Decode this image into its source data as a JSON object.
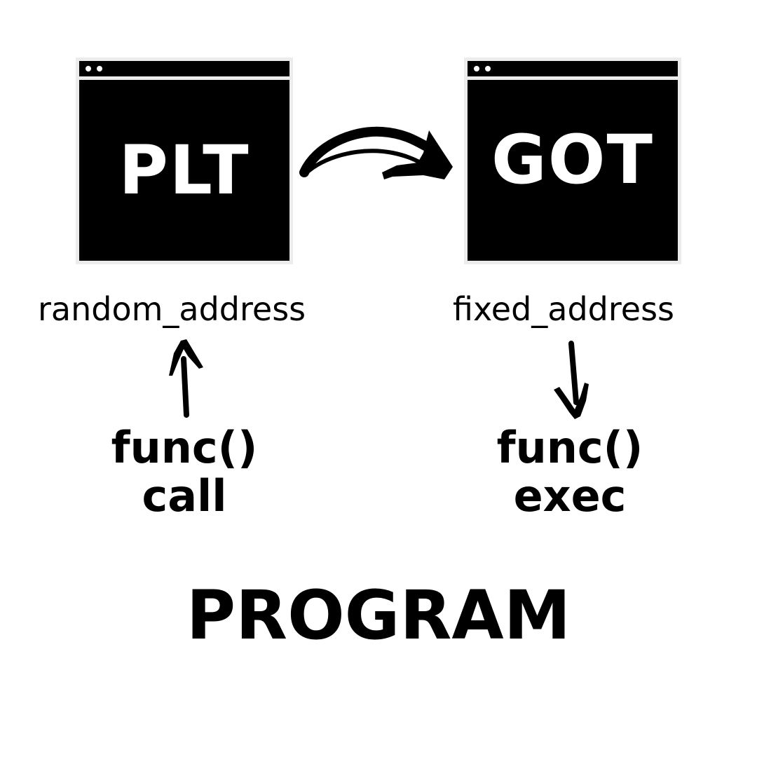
{
  "plt_box": {
    "label": "PLT"
  },
  "got_box": {
    "label": "GOT"
  },
  "addresses": {
    "left": "random_address",
    "right": "fixed_address"
  },
  "captions": {
    "left": {
      "line1": "func()",
      "line2": "call"
    },
    "right": {
      "line1": "func()",
      "line2": "exec"
    }
  },
  "title": "PROGRAM",
  "colors": {
    "ink": "#000000",
    "paper": "#ffffff",
    "window_frame": "#ececec"
  },
  "icons": {
    "curved_arrow": "curved-right-arrow-icon",
    "up_arrow": "up-arrow-icon",
    "down_arrow": "down-arrow-icon"
  }
}
